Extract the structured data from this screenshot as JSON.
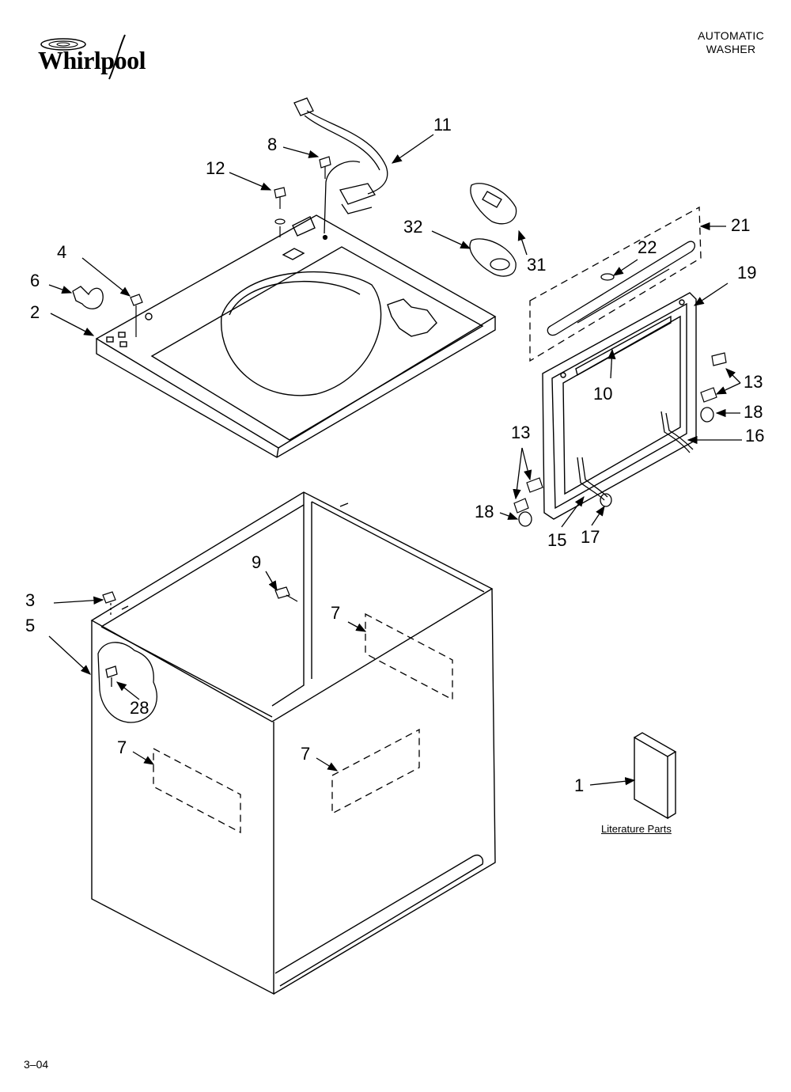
{
  "brand": {
    "logo_text": "Whirlpool"
  },
  "header": {
    "line1": "AUTOMATIC",
    "line2": "WASHER"
  },
  "footer": {
    "code": "3–04"
  },
  "literature": {
    "label": "Literature Parts"
  },
  "callouts": [
    {
      "id": "c11",
      "text": "11"
    },
    {
      "id": "c8",
      "text": "8"
    },
    {
      "id": "c12",
      "text": "12"
    },
    {
      "id": "c32",
      "text": "32"
    },
    {
      "id": "c31",
      "text": "31"
    },
    {
      "id": "c21",
      "text": "21"
    },
    {
      "id": "c22",
      "text": "22"
    },
    {
      "id": "c19",
      "text": "19"
    },
    {
      "id": "c4",
      "text": "4"
    },
    {
      "id": "c6",
      "text": "6"
    },
    {
      "id": "c2",
      "text": "2"
    },
    {
      "id": "c10",
      "text": "10"
    },
    {
      "id": "c13a",
      "text": "13"
    },
    {
      "id": "c18a",
      "text": "18"
    },
    {
      "id": "c16",
      "text": "16"
    },
    {
      "id": "c13b",
      "text": "13"
    },
    {
      "id": "c18b",
      "text": "18"
    },
    {
      "id": "c15",
      "text": "15"
    },
    {
      "id": "c17",
      "text": "17"
    },
    {
      "id": "c9",
      "text": "9"
    },
    {
      "id": "c3",
      "text": "3"
    },
    {
      "id": "c5",
      "text": "5"
    },
    {
      "id": "c7a",
      "text": "7"
    },
    {
      "id": "c28",
      "text": "28"
    },
    {
      "id": "c7b",
      "text": "7"
    },
    {
      "id": "c7c",
      "text": "7"
    },
    {
      "id": "c1",
      "text": "1"
    }
  ]
}
